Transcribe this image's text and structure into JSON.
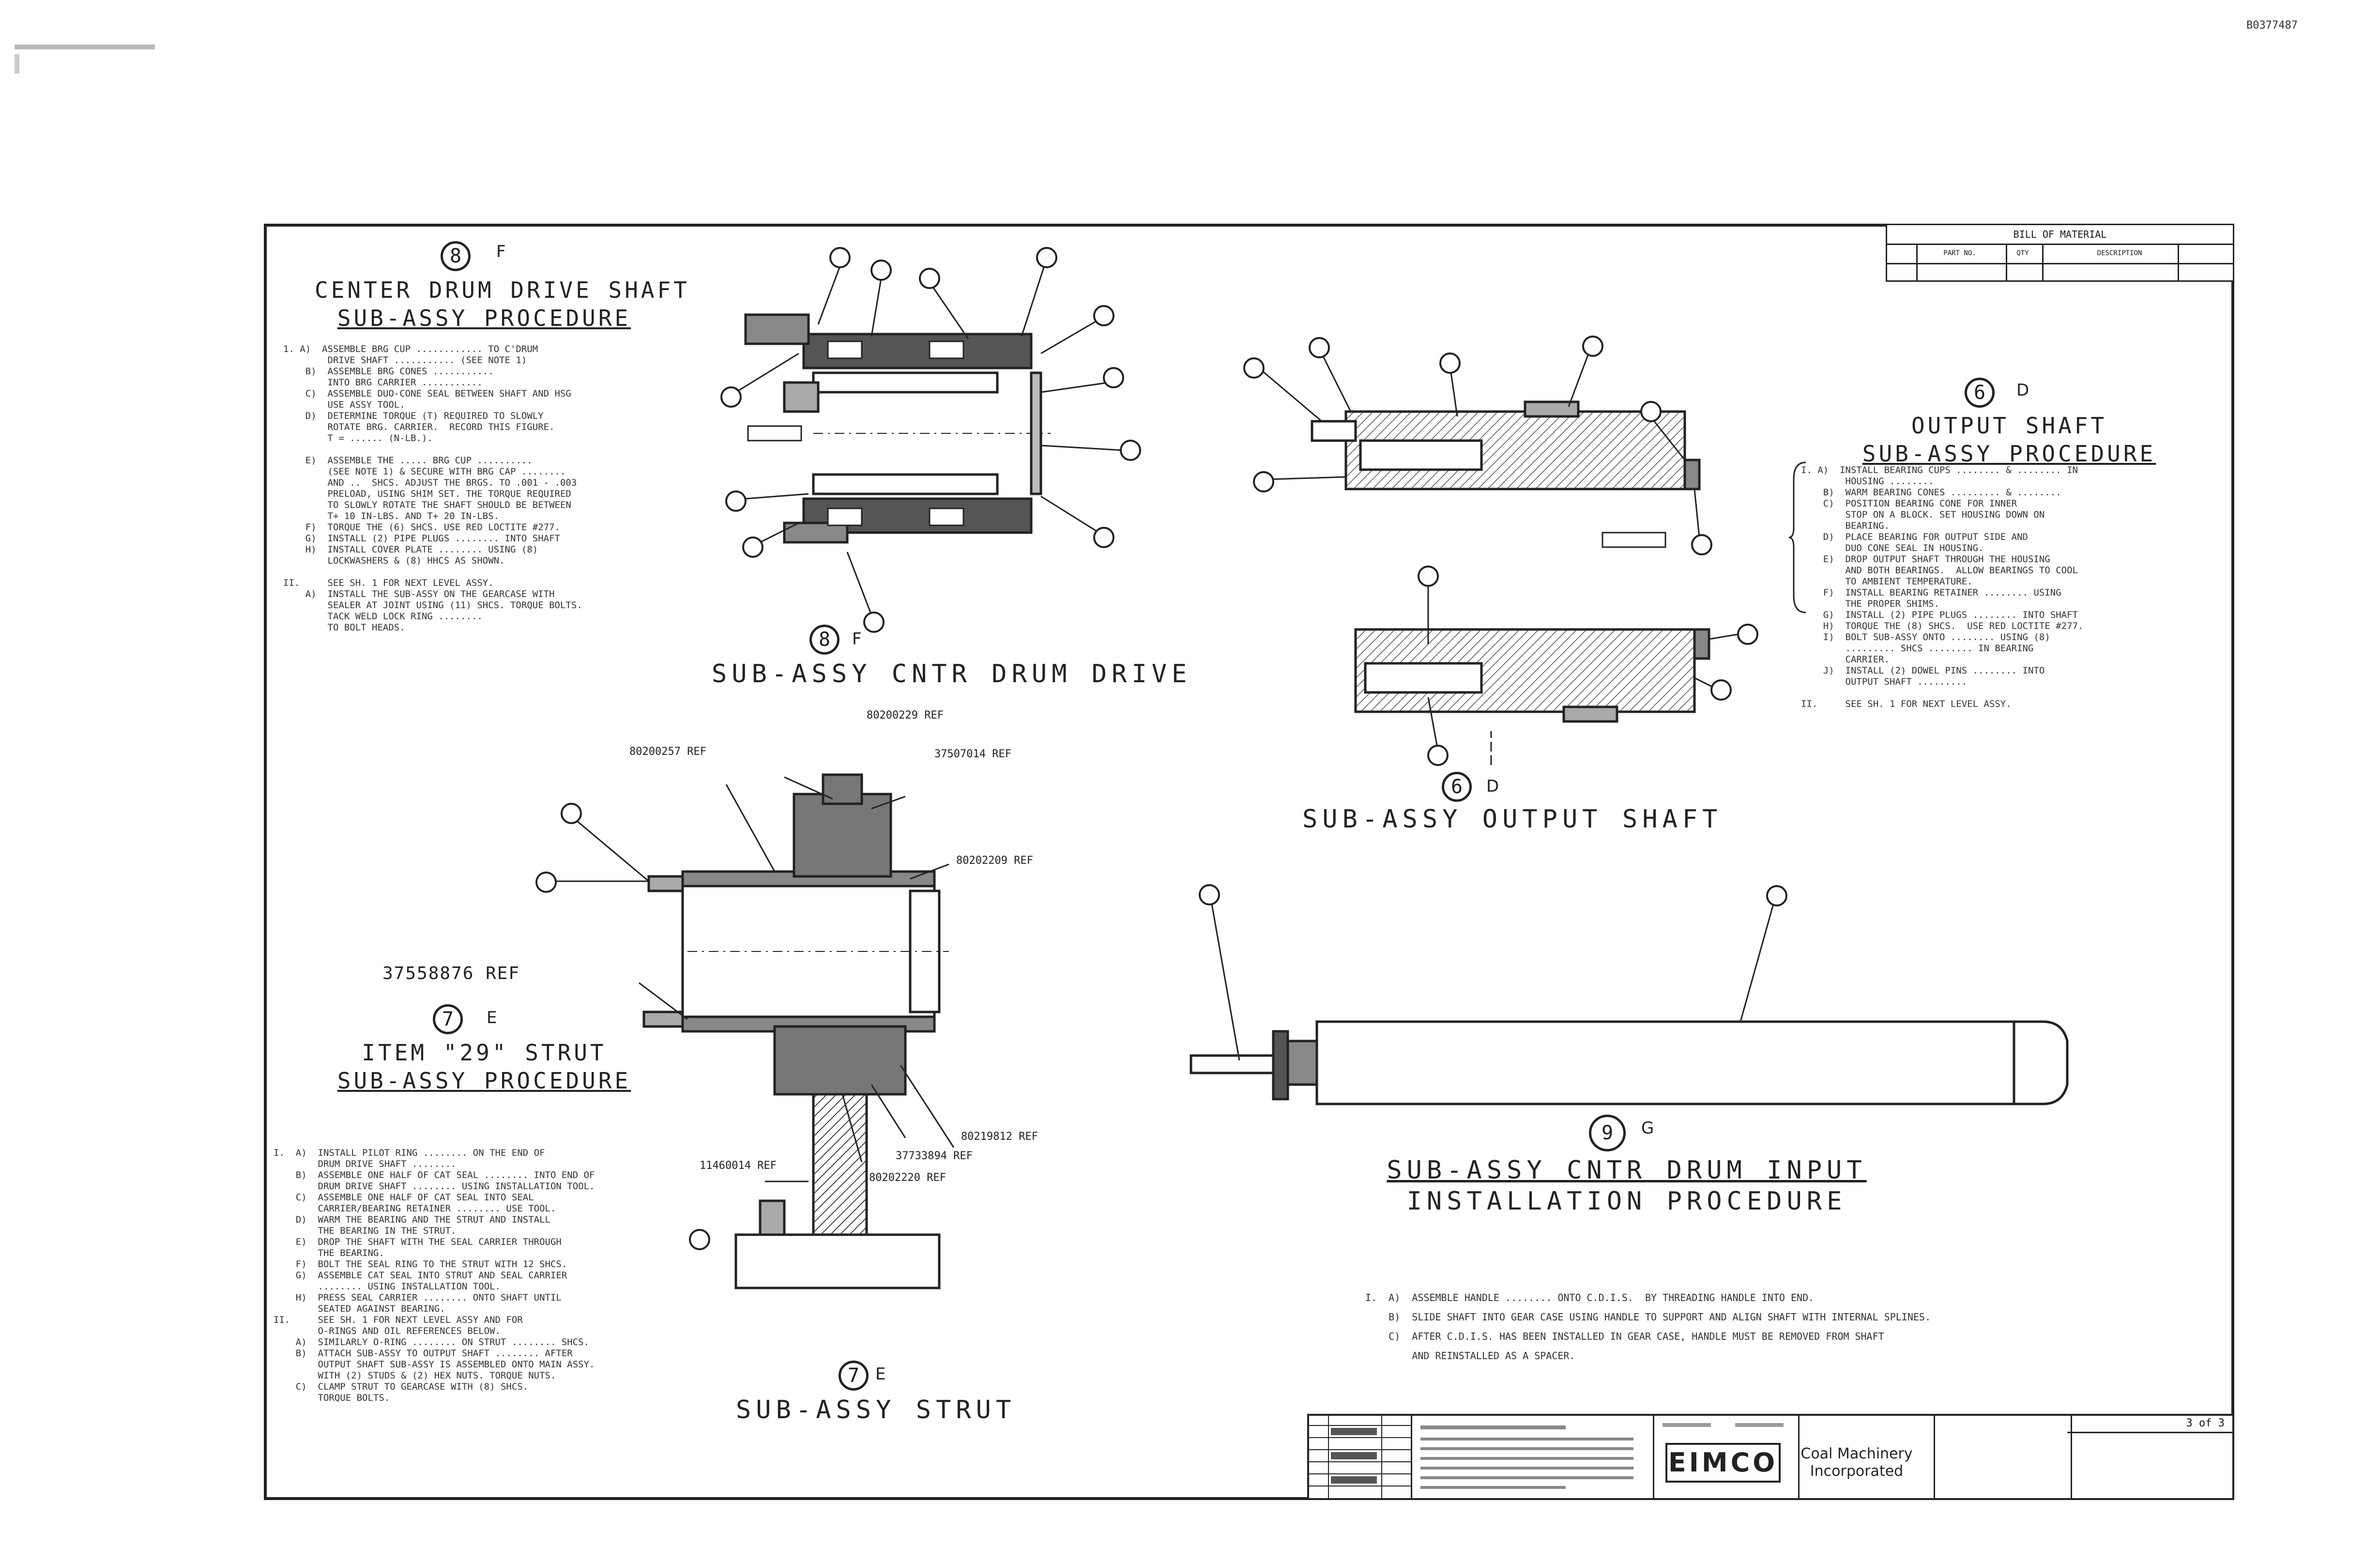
{
  "drawing": {
    "sheet_code": "B0377487",
    "company_logo": "EIMCO",
    "company_name": "Coal Machinery Incorporated",
    "sheet_number": "3 of 3"
  },
  "sections": {
    "center_drum": {
      "callout": "8",
      "zone": "F",
      "title_line1": "CENTER DRUM DRIVE SHAFT",
      "title_line2": "SUB-ASSY PROCEDURE",
      "view_title": "SUB-ASSY CNTR DRUM DRIVE"
    },
    "output_shaft": {
      "callout": "6",
      "zone": "D",
      "title_line1": "OUTPUT SHAFT",
      "title_line2": "SUB-ASSY PROCEDURE",
      "view_title": "SUB-ASSY OUTPUT SHAFT"
    },
    "strut": {
      "callout": "7",
      "zone": "E",
      "title_line1": "ITEM \"29\" STRUT",
      "title_line2": "SUB-ASSY PROCEDURE",
      "view_title": "SUB-ASSY STRUT"
    },
    "drum_input": {
      "callout": "9",
      "zone": "G",
      "title_line1": "SUB-ASSY CNTR DRUM INPUT",
      "title_line2": "INSTALLATION PROCEDURE"
    }
  },
  "references": {
    "r1": "80200257 REF",
    "r2": "80200229 REF",
    "r3": "37507014 REF",
    "r4": "80202209 REF",
    "r5": "37558876 REF",
    "r6": "80219812 REF",
    "r7": "11460014 REF",
    "r8": "37733894 REF",
    "r9": "80202220 REF"
  },
  "bom": {
    "header": "BILL OF MATERIAL",
    "columns": [
      "PART NO.",
      "QTY",
      "DESCRIPTION"
    ]
  }
}
